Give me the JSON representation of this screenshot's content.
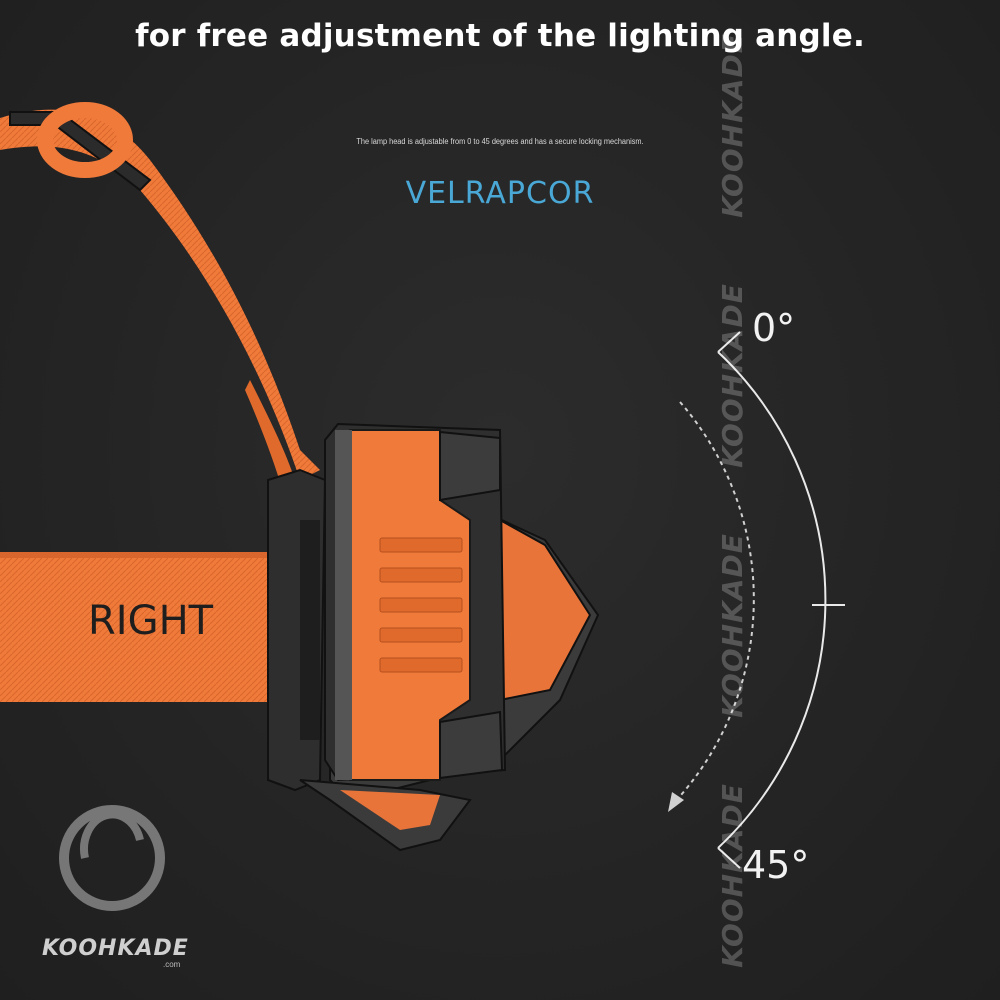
{
  "headline": "for free adjustment of the lighting angle.",
  "subline": "The lamp head is adjustable from 0 to 45 degrees and has a secure locking mechanism.",
  "brand": "VELRAPCOR",
  "strap_label": "RIGHT",
  "angle": {
    "start": "0°",
    "end": "45°"
  },
  "watermark": {
    "text": "KOOHKADE",
    "logo_text": "KOOHKADE",
    "logo_sub": ".com"
  },
  "colors": {
    "background": "#262626",
    "strap": "#f07a3a",
    "housing": "#3a3a3a",
    "brand": "#4aa8d6"
  }
}
